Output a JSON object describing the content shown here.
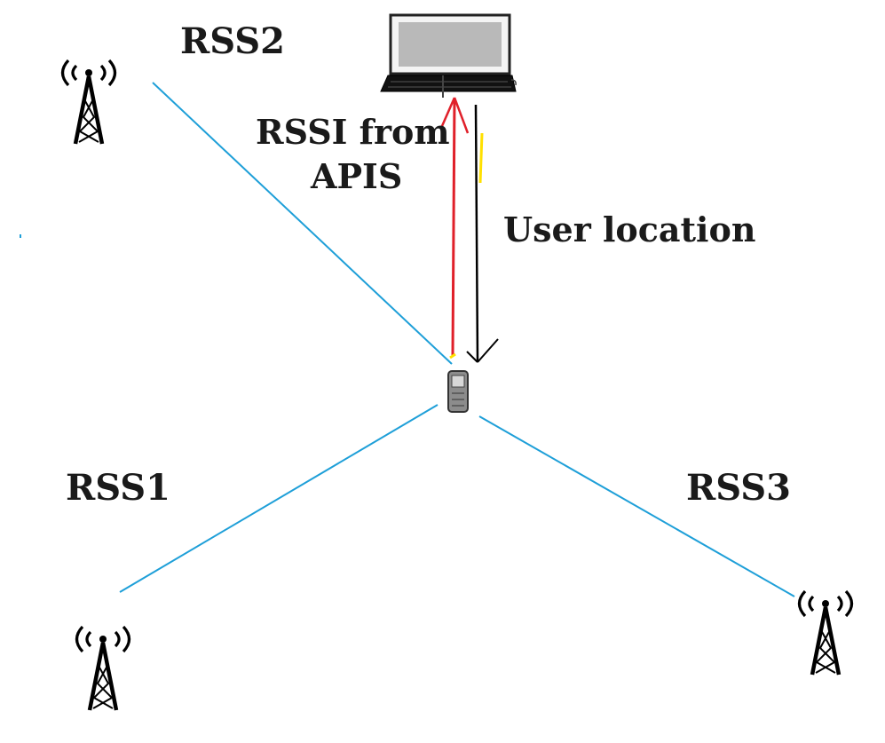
{
  "labels": {
    "rss1": "RSS1",
    "rss2": "RSS2",
    "rss3": "RSS3",
    "rssi_line1": "RSSI from",
    "rssi_line2": "APIS",
    "user_location": "User location"
  },
  "colors": {
    "signal_line": "#1e9fd8",
    "rssi_arrow": "#e0202a",
    "location_arrow": "#000000",
    "highlight": "#ffe000",
    "text": "#1a1a1a"
  },
  "icons": {
    "tower": "antenna-tower-icon",
    "laptop": "laptop-icon",
    "phone": "mobile-phone-icon"
  }
}
